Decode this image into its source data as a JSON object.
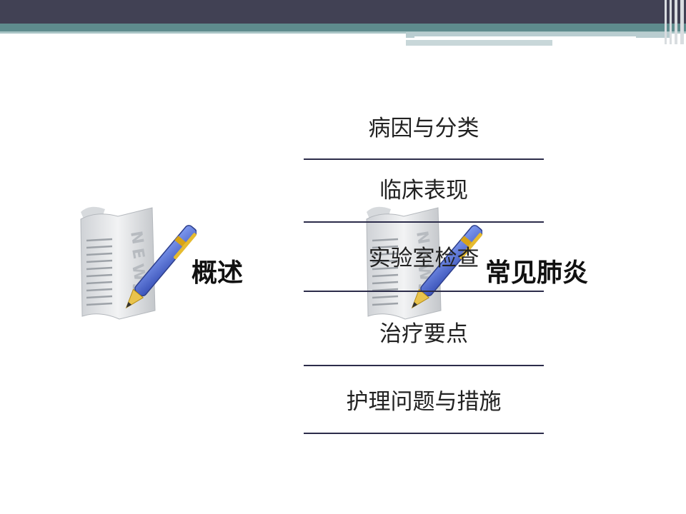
{
  "slide": {
    "left_title": "概述",
    "right_title": "常见肺炎",
    "menu": [
      {
        "label": "病因与分类"
      },
      {
        "label": "临床表现"
      },
      {
        "label": "实验室检查"
      },
      {
        "label": "治疗要点"
      },
      {
        "label": "护理问题与措施"
      }
    ]
  },
  "icons": {
    "left": "newspaper-pen-icon",
    "right": "newspaper-pen-icon"
  },
  "colors": {
    "header_dark": "#414154",
    "header_teal": "#5e8b8d",
    "divider": "#2c2c4a",
    "pen_blue": "#4f6ed8"
  }
}
